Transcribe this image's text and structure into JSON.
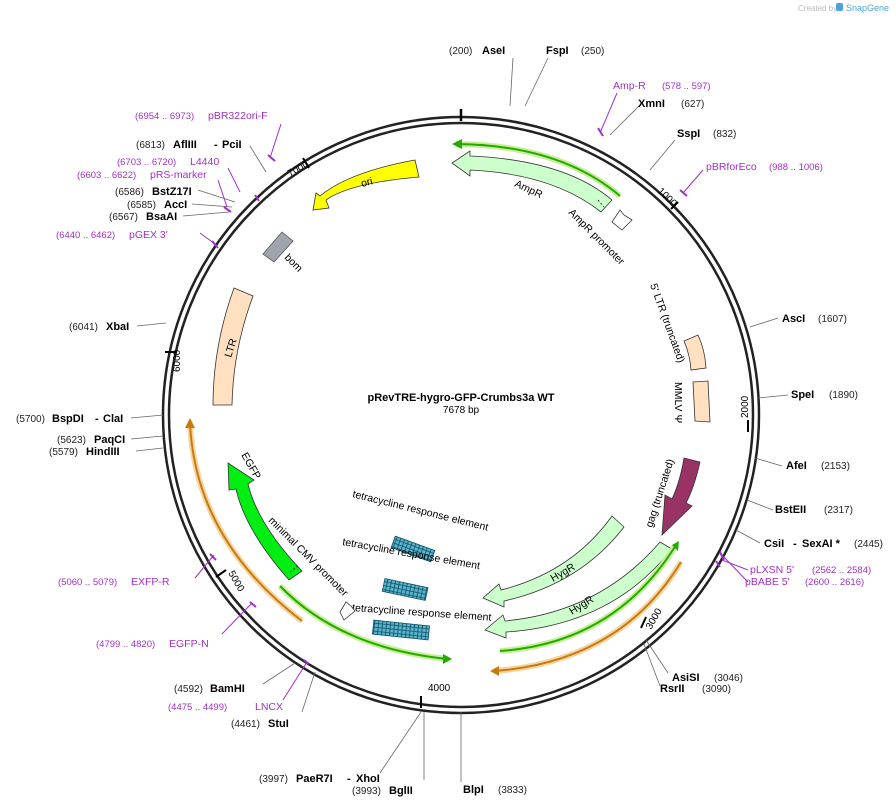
{
  "header": {
    "created_by": "Created by",
    "brand": "SnapGene"
  },
  "map": {
    "name": "pRevTRE-hygro-GFP-Crumbs3a WT",
    "size_label": "7678 bp"
  },
  "ticks": [
    "1000",
    "2000",
    "3000",
    "4000",
    "5000",
    "6000",
    "7000"
  ],
  "features": {
    "ori": "ori",
    "bom": "bom",
    "ampr": "AmpR",
    "ampr_promoter": "AmpR promoter",
    "ltr5": "5' LTR (truncated)",
    "mmlv": "MMLV Ψ",
    "gag": "gag (truncated)",
    "hygr1": "HygR",
    "hygr2": "HygR",
    "tre1": "tetracycline response element",
    "tre2": "tetracycline response element",
    "tre3": "tetracycline response element",
    "cmv": "minimal CMV promoter",
    "egfp": "EGFP",
    "ltr": "LTR"
  },
  "sites": {
    "asei": {
      "pos": "(200)",
      "name": "AseI"
    },
    "fspi": {
      "name": "FspI",
      "pos": "(250)"
    },
    "xmni": {
      "name": "XmnI",
      "pos": "(627)"
    },
    "sspi": {
      "name": "SspI",
      "pos": "(832)"
    },
    "asci": {
      "name": "AscI",
      "pos": "(1607)"
    },
    "spei": {
      "name": "SpeI",
      "pos": "(1890)"
    },
    "afei": {
      "name": "AfeI",
      "pos": "(2153)"
    },
    "bsteii": {
      "name": "BstEII",
      "pos": "(2317)"
    },
    "csii": {
      "name": "CsiI",
      "sep": "-",
      "name2": "SexAI *",
      "pos": "(2445)"
    },
    "asisi": {
      "name": "AsiSI",
      "pos": "(3046)"
    },
    "rsrii": {
      "name": "RsrII",
      "pos": "(3090)"
    },
    "blpi": {
      "name": "BlpI",
      "pos": "(3833)"
    },
    "bglii": {
      "pos": "(3993)",
      "name": "BglII"
    },
    "paer7i": {
      "pos": "(3997)",
      "name": "PaeR7I",
      "sep": "-",
      "name2": "XhoI"
    },
    "stui": {
      "pos": "(4461)",
      "name": "StuI"
    },
    "bamhi": {
      "pos": "(4592)",
      "name": "BamHI"
    },
    "hindiii": {
      "pos": "(5579)",
      "name": "HindIII"
    },
    "paqci": {
      "pos": "(5623)",
      "name": "PaqCI"
    },
    "bspdi": {
      "pos": "(5700)",
      "name": "BspDI",
      "sep": "-",
      "name2": "ClaI"
    },
    "xbai": {
      "pos": "(6041)",
      "name": "XbaI"
    },
    "bsaai": {
      "pos": "(6567)",
      "name": "BsaAI"
    },
    "acci": {
      "pos": "(6585)",
      "name": "AccI"
    },
    "bstz17i": {
      "pos": "(6586)",
      "name": "BstZ17I"
    },
    "afliii": {
      "pos": "(6813)",
      "name": "AflIII",
      "sep": "-",
      "name2": "PciI"
    }
  },
  "primers": {
    "ampr": {
      "name": "Amp-R",
      "pos": "(578 .. 597)"
    },
    "pbrforeco": {
      "name": "pBRforEco",
      "pos": "(988 .. 1006)"
    },
    "plxsn": {
      "name": "pLXSN 5'",
      "pos": "(2562 .. 2584)"
    },
    "pbabe": {
      "name": "pBABE 5'",
      "pos": "(2600 .. 2616)"
    },
    "lncx": {
      "pos": "(4475 .. 4499)",
      "name": "LNCX"
    },
    "egfpn": {
      "pos": "(4799 .. 4820)",
      "name": "EGFP-N"
    },
    "exfpr": {
      "pos": "(5060 .. 5079)",
      "name": "EXFP-R"
    },
    "pgex3": {
      "pos": "(6440 .. 6462)",
      "name": "pGEX 3'"
    },
    "prsmarker": {
      "pos": "(6603 .. 6622)",
      "name": "pRS-marker"
    },
    "l4440": {
      "pos": "(6703 .. 6720)",
      "name": "L4440"
    },
    "pbr322": {
      "pos": "(6954 .. 6973)",
      "name": "pBR322ori-F"
    }
  },
  "colors": {
    "ori": "#ffff00",
    "ampr": "#ccffcc",
    "ltr": "#ffe0c0",
    "gag": "#993366",
    "egfp": "#00ee11",
    "primer": "#a030c8",
    "orange_line": "#f0a030"
  }
}
